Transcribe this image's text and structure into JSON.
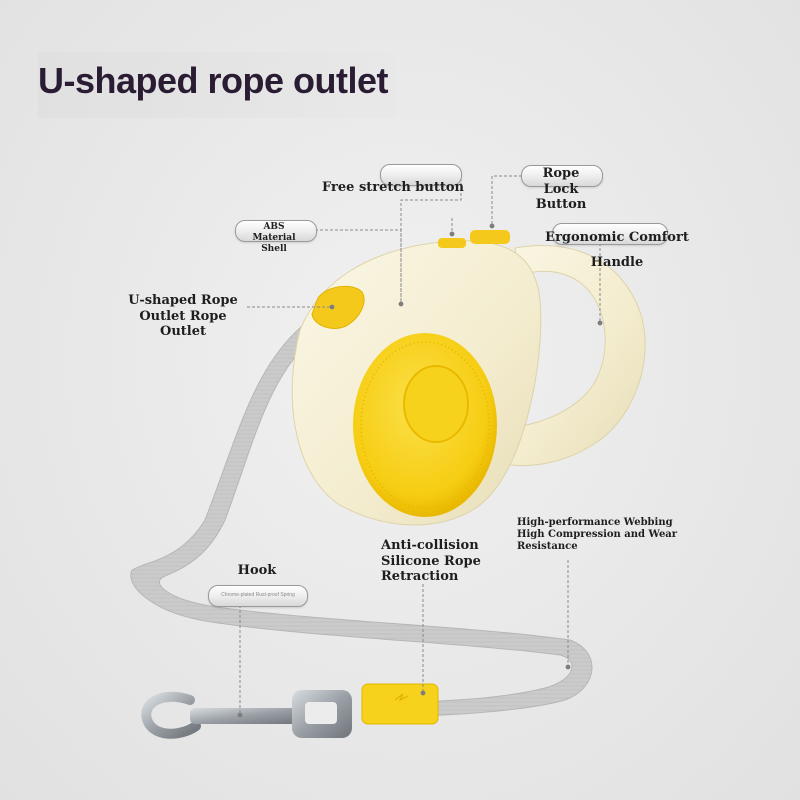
{
  "title": "U-shaped rope outlet",
  "callouts": {
    "free_stretch": "Free stretch button",
    "rope_lock": [
      "Rope",
      "Lock",
      "Button"
    ],
    "abs_shell": [
      "ABS",
      "Material",
      "Shell"
    ],
    "handle": [
      "Ergonomic Comfort",
      "Handle"
    ],
    "u_outlet": [
      "U-shaped Rope",
      "Outlet Rope",
      "Outlet"
    ],
    "webbing": [
      "High-performance Webbing",
      "High Compression and Wear",
      "Resistance"
    ],
    "silicone": [
      "Anti-collision",
      "Silicone Rope",
      "Retraction"
    ],
    "hook": "Hook",
    "hook_sub": "Chrome-plated Rust-proof Spring"
  },
  "colors": {
    "shell": "#f4edcf",
    "accent_yellow": "#f7d21c",
    "rope_gray": "#c9c9c9",
    "hook_metal": "#9aa0a6",
    "leader_line": "#8a8a8a",
    "title": "#2a1d33"
  }
}
